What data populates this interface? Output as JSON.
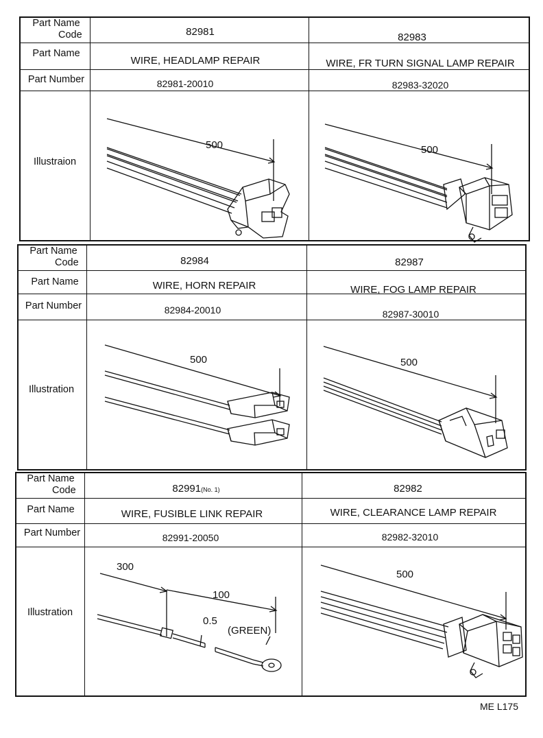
{
  "row_labels": {
    "code_line1": "Part Name",
    "code_line2": "Code",
    "name": "Part Name",
    "number": "Part Number"
  },
  "tables": [
    {
      "illustration_label": "Illustraion",
      "parts": [
        {
          "code": "82981",
          "name": "WIRE, HEADLAMP REPAIR",
          "number": "82981-20010",
          "dims": [
            "500"
          ]
        },
        {
          "code": "82983",
          "name": "WIRE, FR TURN SIGNAL LAMP REPAIR",
          "number": "82983-32020",
          "dims": [
            "500"
          ]
        }
      ]
    },
    {
      "illustration_label": "Illustration",
      "parts": [
        {
          "code": "82984",
          "name": "WIRE, HORN REPAIR",
          "number": "82984-20010",
          "dims": [
            "500"
          ]
        },
        {
          "code": "82987",
          "name": "WIRE, FOG LAMP REPAIR",
          "number": "82987-30010",
          "dims": [
            "500"
          ]
        }
      ]
    },
    {
      "illustration_label": "Illustration",
      "parts": [
        {
          "code": "82991",
          "code_note": "(No. 1)",
          "name": "WIRE, FUSIBLE LINK REPAIR",
          "number": "82991-20050",
          "dims": [
            "300",
            "100",
            "0.5",
            "(GREEN)"
          ]
        },
        {
          "code": "82982",
          "name": "WIRE, CLEARANCE LAMP REPAIR",
          "number": "82982-32010",
          "dims": [
            "500"
          ]
        }
      ]
    }
  ],
  "footer": "ME L175"
}
